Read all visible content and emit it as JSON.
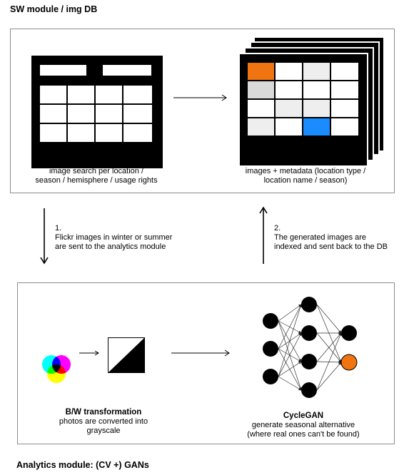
{
  "top_module": {
    "title": "SW module / img DB"
  },
  "bottom_module": {
    "title": "Analytics module: (CV +) GANs"
  },
  "flickr_app": {
    "title": "Flickr API web-app",
    "line1": "image search per location /",
    "line2": "season / hemisphere / usage rights"
  },
  "photo_db": {
    "title": "Photo DB",
    "line1": "images + metadata (location type /",
    "line2": "location name / season)"
  },
  "step1": {
    "number": "1.",
    "line1": "Flickr images in winter or summer",
    "line2": "are sent to the analytics module"
  },
  "step2": {
    "number": "2.",
    "line1": "The generated images are",
    "line2": "indexed and sent back to the DB"
  },
  "bw_transform": {
    "title": "B/W transformation",
    "line1": "photos are converted into",
    "line2": "grayscale"
  },
  "cyclegan": {
    "title": "CycleGAN",
    "line1": "generate seasonal alternative",
    "line2": "(where real ones can't be found)"
  },
  "colors": {
    "orange": "#f07410",
    "blue": "#1a8cff",
    "light_gray": "#eeeeee",
    "mid_gray": "#d9d9d9",
    "border_gray": "#8c8c8c"
  }
}
